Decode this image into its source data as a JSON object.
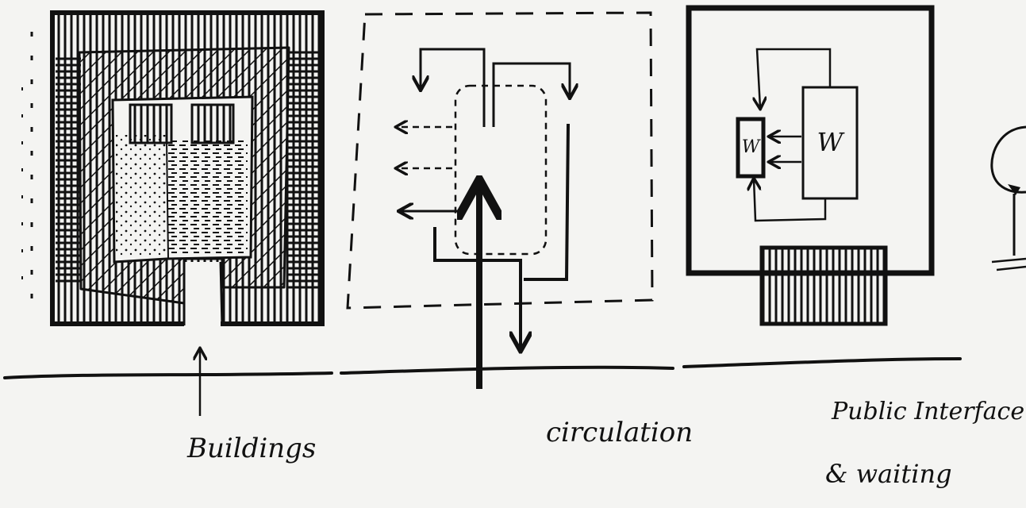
{
  "labels": {
    "buildings": "Buildings",
    "circulation": "circulation",
    "public_line1": "Public Interface",
    "public_line2": "& waiting"
  },
  "waiting_marks": {
    "small": "W",
    "large": "W"
  },
  "colors": {
    "ink": "#111111",
    "paper": "#f4f4f2"
  }
}
